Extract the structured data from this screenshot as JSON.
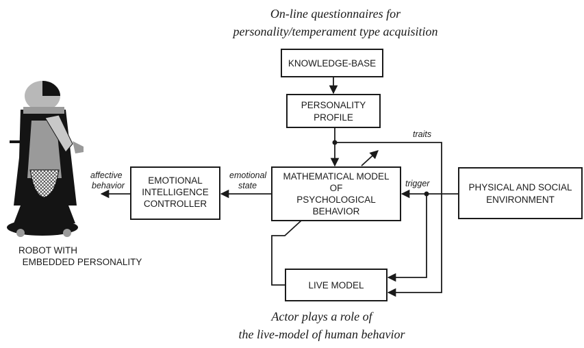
{
  "top_caption": {
    "line1": "On-line questionnaires for",
    "line2": "personality/temperament  type acquisition"
  },
  "bottom_caption": {
    "line1": "Actor plays a role of",
    "line2": "the live-model of human behavior"
  },
  "boxes": {
    "knowledge_base": [
      "KNOWLEDGE-BASE"
    ],
    "personality_profile": [
      "PERSONALITY",
      "PROFILE"
    ],
    "math_model": [
      "MATHEMATICAL MODEL",
      "OF",
      "PSYCHOLOGICAL",
      "BEHAVIOR"
    ],
    "eic": [
      "EMOTIONAL",
      "INTELLIGENCE",
      "CONTROLLER"
    ],
    "environment": [
      "PHYSICAL AND SOCIAL",
      "ENVIRONMENT"
    ],
    "live_model": [
      "LIVE MODEL"
    ]
  },
  "edge_labels": {
    "traits": "traits",
    "trigger": "trigger",
    "emotional_state": [
      "emotional",
      "state"
    ],
    "affective_behavior": [
      "affective",
      "behavior"
    ]
  },
  "robot_caption": [
    "ROBOT WITH",
    "EMBEDDED PERSONALITY"
  ],
  "colors": {
    "ink": "#1a1a1a",
    "robot_dark": "#141414",
    "robot_gray": "#9a9a9a",
    "robot_light": "#c8c8c8"
  }
}
